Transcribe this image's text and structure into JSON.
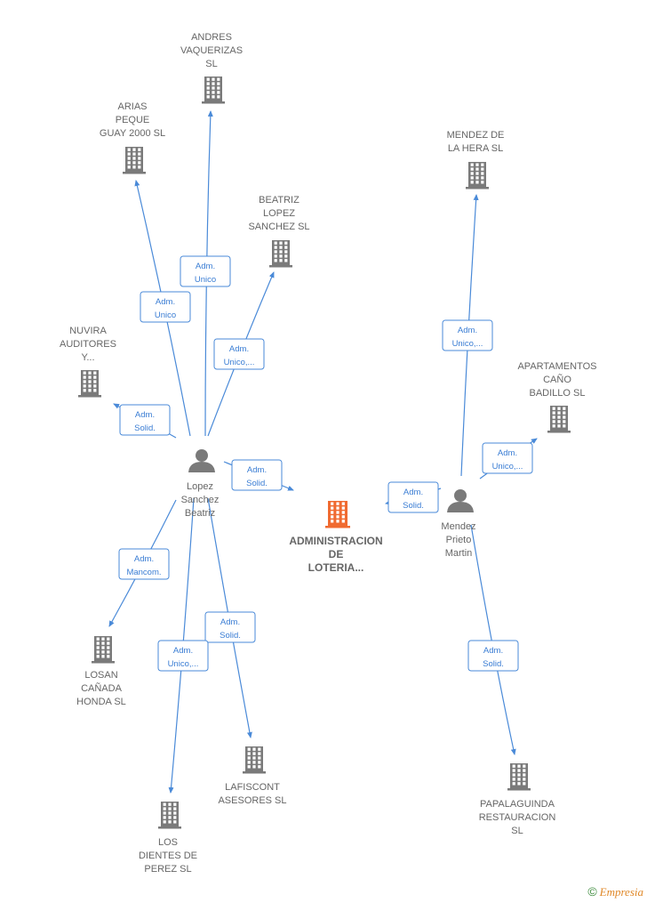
{
  "colors": {
    "company": "#7a7a7a",
    "focus_company": "#f06a30",
    "person": "#7a7a7a",
    "edge": "#4a8ad8"
  },
  "nodes": [
    {
      "id": "andres",
      "type": "company",
      "icon": "building-icon",
      "label": [
        "ANDRES",
        "VAQUERIZAS",
        "SL"
      ]
    },
    {
      "id": "arias",
      "type": "company",
      "icon": "building-icon",
      "label": [
        "ARIAS",
        "PEQUE",
        "GUAY 2000  SL"
      ]
    },
    {
      "id": "beatriz",
      "type": "company",
      "icon": "building-icon",
      "label": [
        "BEATRIZ",
        "LOPEZ",
        "SANCHEZ  SL"
      ]
    },
    {
      "id": "nuvira",
      "type": "company",
      "icon": "building-icon",
      "label": [
        "NUVIRA",
        "AUDITORES",
        "Y..."
      ]
    },
    {
      "id": "mendezhera",
      "type": "company",
      "icon": "building-icon",
      "label": [
        "MENDEZ DE",
        "LA HERA  SL"
      ]
    },
    {
      "id": "apartamentos",
      "type": "company",
      "icon": "building-icon",
      "label": [
        "APARTAMENTOS",
        "CAÑO",
        "BADILLO  SL"
      ]
    },
    {
      "id": "lopez",
      "type": "person",
      "icon": "person-icon",
      "label": [
        "Lopez",
        "Sanchez",
        "Beatriz"
      ]
    },
    {
      "id": "admin",
      "type": "focus",
      "icon": "building-icon",
      "label": [
        "ADMINISTRACION",
        "DE",
        "LOTERIA..."
      ]
    },
    {
      "id": "mendez",
      "type": "person",
      "icon": "person-icon",
      "label": [
        "Mendez",
        "Prieto",
        "Martin"
      ]
    },
    {
      "id": "losan",
      "type": "company",
      "icon": "building-icon",
      "label": [
        "LOSAN",
        "CAÑADA",
        "HONDA SL"
      ]
    },
    {
      "id": "lafiscont",
      "type": "company",
      "icon": "building-icon",
      "label": [
        "LAFISCONT",
        "ASESORES SL"
      ]
    },
    {
      "id": "dientes",
      "type": "company",
      "icon": "building-icon",
      "label": [
        "LOS",
        "DIENTES DE",
        "PEREZ  SL"
      ]
    },
    {
      "id": "papalaguinda",
      "type": "company",
      "icon": "building-icon",
      "label": [
        "PAPALAGUINDA",
        "RESTAURACION",
        "SL"
      ]
    }
  ],
  "edges": [
    {
      "from": "lopez",
      "to": "andres",
      "label": [
        "Adm.",
        "Unico"
      ]
    },
    {
      "from": "lopez",
      "to": "arias",
      "label": [
        "Adm.",
        "Unico"
      ]
    },
    {
      "from": "lopez",
      "to": "beatriz",
      "label": [
        "Adm.",
        "Unico,..."
      ]
    },
    {
      "from": "lopez",
      "to": "nuvira",
      "label": [
        "Adm.",
        "Solid."
      ]
    },
    {
      "from": "lopez",
      "to": "admin",
      "label": [
        "Adm.",
        "Solid."
      ]
    },
    {
      "from": "lopez",
      "to": "losan",
      "label": [
        "Adm.",
        "Mancom."
      ]
    },
    {
      "from": "lopez",
      "to": "lafiscont",
      "label": [
        "Adm.",
        "Solid."
      ]
    },
    {
      "from": "lopez",
      "to": "dientes",
      "label": [
        "Adm.",
        "Unico,..."
      ]
    },
    {
      "from": "mendez",
      "to": "mendezhera",
      "label": [
        "Adm.",
        "Unico,..."
      ]
    },
    {
      "from": "mendez",
      "to": "apartamentos",
      "label": [
        "Adm.",
        "Unico,..."
      ]
    },
    {
      "from": "mendez",
      "to": "admin",
      "label": [
        "Adm.",
        "Solid."
      ]
    },
    {
      "from": "mendez",
      "to": "papalaguinda",
      "label": [
        "Adm.",
        "Solid."
      ]
    }
  ],
  "footer": {
    "copyright": "©",
    "brand": "Empresia"
  }
}
